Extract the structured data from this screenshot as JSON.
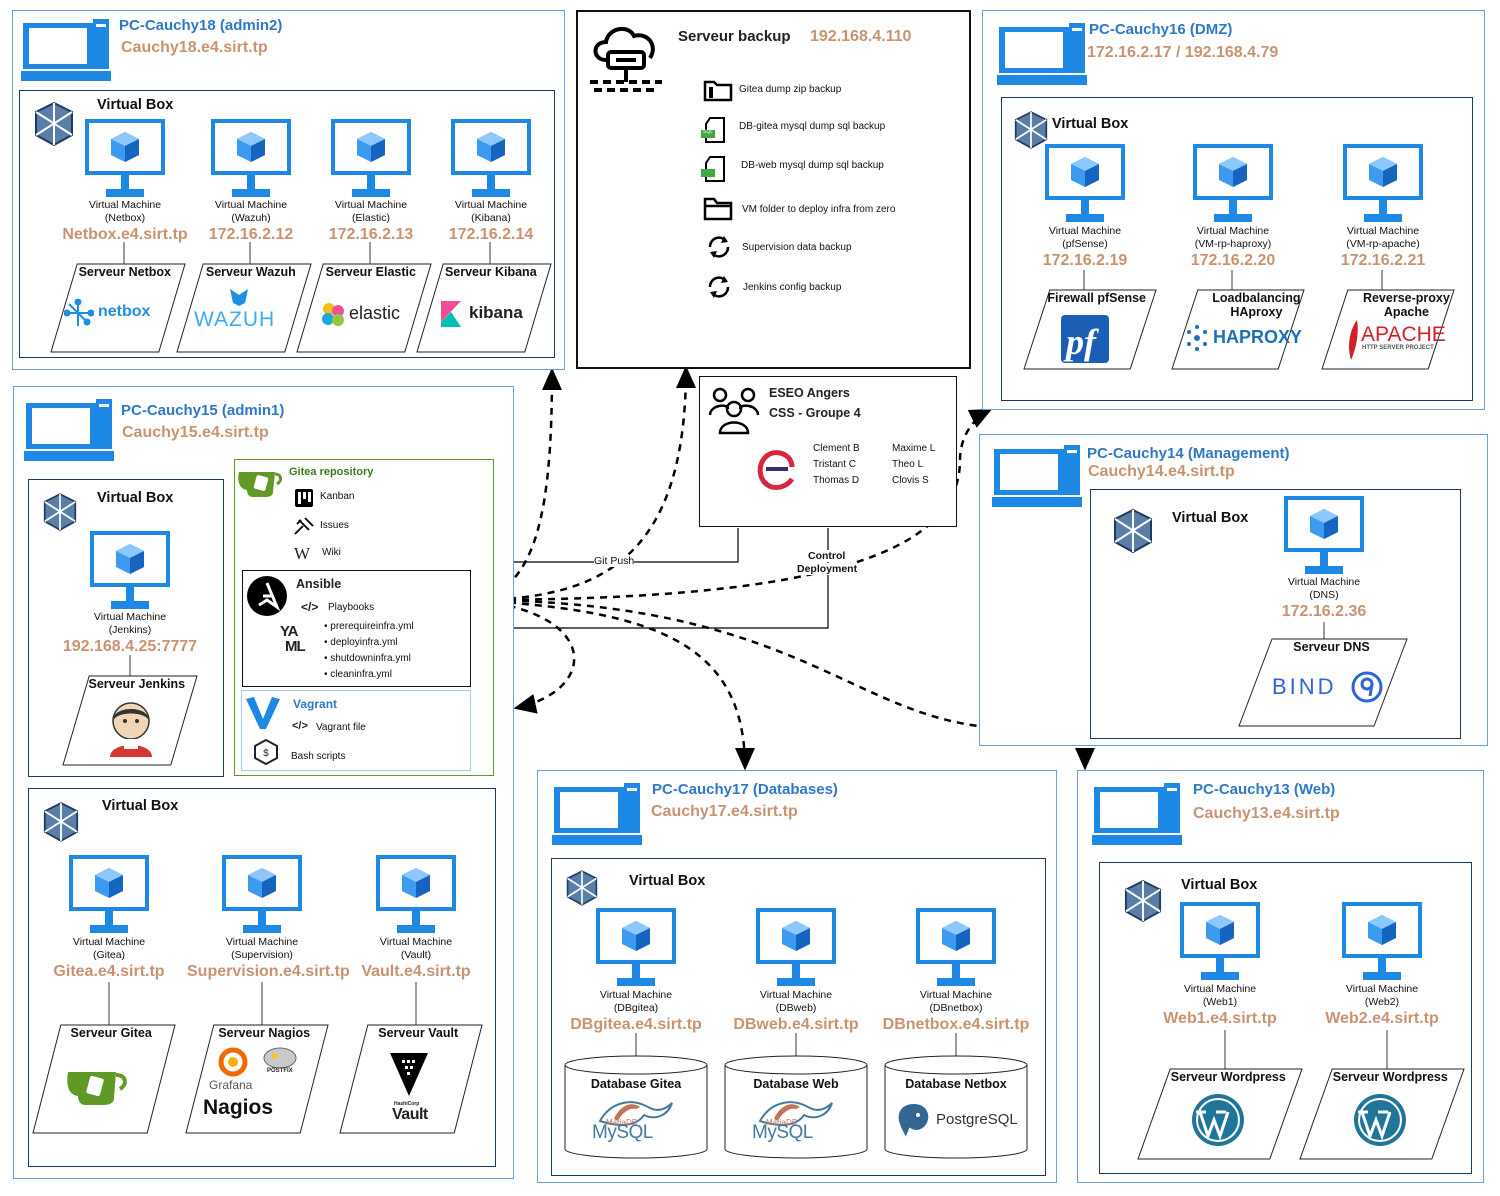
{
  "pcs": {
    "pc18": {
      "title": "PC-Cauchy18 (admin2)",
      "host": "Cauchy18.e4.sirt.tp",
      "vbox": "Virtual Box",
      "vms": [
        {
          "l1": "Virtual Machine",
          "l2": "(Netbox)",
          "ip": "Netbox.e4.sirt.tp",
          "srv": "Serveur Netbox",
          "logo": "netbox"
        },
        {
          "l1": "Virtual Machine",
          "l2": "(Wazuh)",
          "ip": "172.16.2.12",
          "srv": "Serveur Wazuh",
          "logo": "WAZUH"
        },
        {
          "l1": "Virtual Machine",
          "l2": "(Elastic)",
          "ip": "172.16.2.13",
          "srv": "Serveur Elastic",
          "logo": "elastic"
        },
        {
          "l1": "Virtual Machine",
          "l2": "(Kibana)",
          "ip": "172.16.2.14",
          "srv": "Serveur Kibana",
          "logo": "kibana"
        }
      ]
    },
    "pc16": {
      "title": "PC-Cauchy16 (DMZ)",
      "host": "172.16.2.17 /  192.168.4.79",
      "vbox": "Virtual Box",
      "vms": [
        {
          "l1": "Virtual Machine",
          "l2": "(pfSense)",
          "ip": "172.16.2.19",
          "srv": "Firewall pfSense",
          "logo": "pf"
        },
        {
          "l1": "Virtual Machine",
          "l2": "(VM-rp-haproxy)",
          "ip": "172.16.2.20",
          "srv": "Loadbalancing HAproxy",
          "logo": "HAPROXY"
        },
        {
          "l1": "Virtual Machine",
          "l2": "(VM-rp-apache)",
          "ip": "172.16.2.21",
          "srv": "Reverse-proxy Apache",
          "logo": "APACHE",
          "logo_sub": "HTTP SERVER PROJECT"
        }
      ]
    },
    "pc15": {
      "title": "PC-Cauchy15 (admin1)",
      "host": "Cauchy15.e4.sirt.tp",
      "vbox": "Virtual Box",
      "vbox2": "Virtual Box",
      "jenkins": {
        "l1": "Virtual Machine",
        "l2": "(Jenkins)",
        "ip": "192.168.4.25:7777",
        "srv": "Serveur Jenkins"
      },
      "vms": [
        {
          "l1": "Virtual Machine",
          "l2": "(Gitea)",
          "ip": "Gitea.e4.sirt.tp",
          "srv": "Serveur Gitea"
        },
        {
          "l1": "Virtual Machine",
          "l2": "(Supervision)",
          "ip": "Supervision.e4.sirt.tp",
          "srv": "Serveur Nagios",
          "logo": "Nagios",
          "logo2": "Grafana",
          "logo3": "POSTFIX"
        },
        {
          "l1": "Virtual Machine",
          "l2": "(Vault)",
          "ip": "Vault.e4.sirt.tp",
          "srv": "Serveur Vault",
          "logo": "Vault",
          "logo_sub": "HashiCorp"
        }
      ]
    },
    "pc14": {
      "title": "PC-Cauchy14 (Management)",
      "host": "Cauchy14.e4.sirt.tp",
      "vbox": "Virtual Box",
      "vm": {
        "l1": "Virtual Machine",
        "l2": "(DNS)",
        "ip": "172.16.2.36",
        "srv": "Serveur DNS",
        "logo": "BIND"
      }
    },
    "pc17": {
      "title": "PC-Cauchy17 (Databases)",
      "host": "Cauchy17.e4.sirt.tp",
      "vbox": "Virtual Box",
      "vms": [
        {
          "l1": "Virtual Machine",
          "l2": "(DBgitea)",
          "ip": "DBgitea.e4.sirt.tp",
          "db": "Database Gitea",
          "logo": "MySQL",
          "logo_sub": "MariaDB"
        },
        {
          "l1": "Virtual Machine",
          "l2": "(DBweb)",
          "ip": "DBweb.e4.sirt.tp",
          "db": "Database Web",
          "logo": "MySQL",
          "logo_sub": "MariaDB"
        },
        {
          "l1": "Virtual Machine",
          "l2": "(DBnetbox)",
          "ip": "DBnetbox.e4.sirt.tp",
          "db": "Database Netbox",
          "logo": "PostgreSQL"
        }
      ]
    },
    "pc13": {
      "title": "PC-Cauchy13 (Web)",
      "host": "Cauchy13.e4.sirt.tp",
      "vbox": "Virtual Box",
      "vms": [
        {
          "l1": "Virtual Machine",
          "l2": "(Web1)",
          "ip": "Web1.e4.sirt.tp",
          "srv": "Serveur Wordpress"
        },
        {
          "l1": "Virtual Machine",
          "l2": "(Web2)",
          "ip": "Web2.e4.sirt.tp",
          "srv": "Serveur Wordpress"
        }
      ]
    }
  },
  "backup": {
    "title": "Serveur backup",
    "ip": "192.168.4.110",
    "items": [
      "Gitea dump zip backup",
      "DB-gitea mysql dump sql backup",
      "DB-web mysql dump sql backup",
      "VM folder to deploy infra from zero",
      "Supervision data backup",
      "Jenkins config backup"
    ],
    "sql_tag": "SQL"
  },
  "team": {
    "line1": "ESEO Angers",
    "line2": "CSS - Groupe 4",
    "col1": [
      "Clement B",
      "Tristant C",
      "Thomas D"
    ],
    "col2": [
      "Maxime L",
      "Theo L",
      "Clovis S"
    ]
  },
  "gitea_repo": {
    "title": "Gitea repository",
    "items": [
      "Kanban",
      "Issues",
      "Wiki"
    ],
    "wiki_glyph": "W"
  },
  "ansible": {
    "title": "Ansible",
    "sub": "Playbooks",
    "yaml": [
      "YA",
      "ML"
    ],
    "files": [
      "prerequireinfra.yml",
      "deployinfra.yml",
      "shutdowninfra.yml",
      "cleaninfra.yml"
    ]
  },
  "vagrant": {
    "title": "Vagrant",
    "items": [
      "Vagrant file",
      "Bash scripts"
    ]
  },
  "arrows": {
    "git_push": "Git Push",
    "control": "Control",
    "deployment": "Deployment"
  },
  "colors": {
    "pc_border": "#6aa0dc",
    "title_blue": "#2e78c7",
    "host_brown": "#c99371",
    "vbox_border": "#1f3a5f",
    "vm_blue": "#1e88e5",
    "gitea_green": "#609926"
  }
}
